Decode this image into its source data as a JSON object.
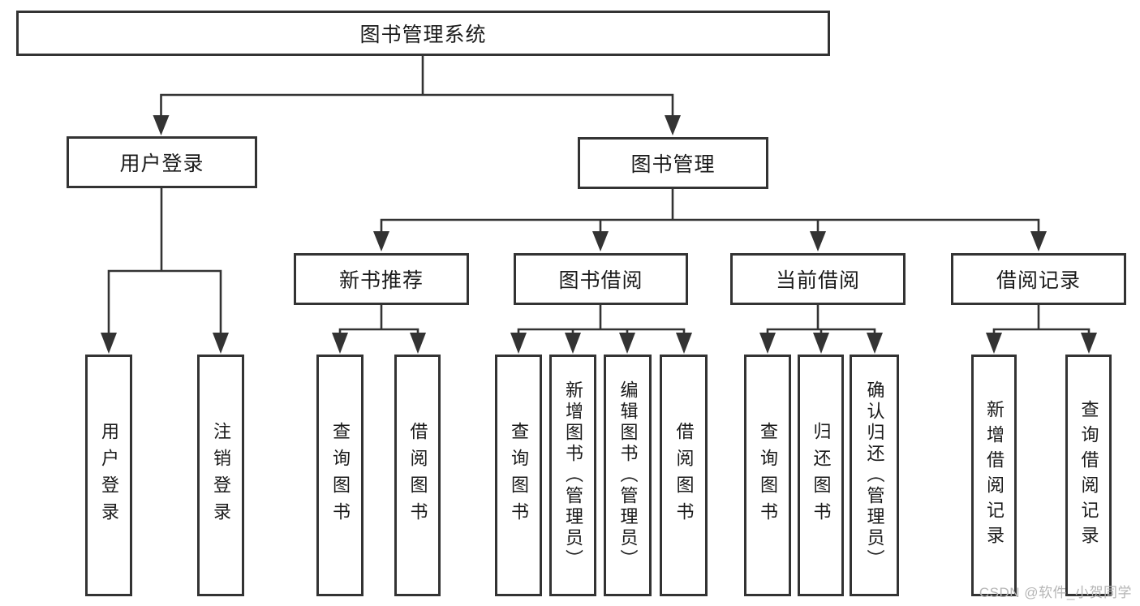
{
  "tree": {
    "label": "图书管理系统",
    "children": [
      {
        "label": "用户登录",
        "children": [
          {
            "label": "用户登录"
          },
          {
            "label": "注销登录"
          }
        ]
      },
      {
        "label": "图书管理",
        "children": [
          {
            "label": "新书推荐",
            "children": [
              {
                "label": "查询图书"
              },
              {
                "label": "借阅图书"
              }
            ]
          },
          {
            "label": "图书借阅",
            "children": [
              {
                "label": "查询图书"
              },
              {
                "label": "新增图书（管理员）"
              },
              {
                "label": "编辑图书（管理员）"
              },
              {
                "label": "借阅图书"
              }
            ]
          },
          {
            "label": "当前借阅",
            "children": [
              {
                "label": "查询图书"
              },
              {
                "label": "归还图书"
              },
              {
                "label": "确认归还（管理员）"
              }
            ]
          },
          {
            "label": "借阅记录",
            "children": [
              {
                "label": "新增借阅记录"
              },
              {
                "label": "查询借阅记录"
              }
            ]
          }
        ]
      }
    ]
  },
  "watermark": {
    "text": "CSDN @软件_小贺同学"
  },
  "colors": {
    "line": "#333333",
    "box_border": "#333333",
    "text": "#1a1a1a",
    "watermark": "#b5b5b5",
    "background": "#ffffff"
  }
}
